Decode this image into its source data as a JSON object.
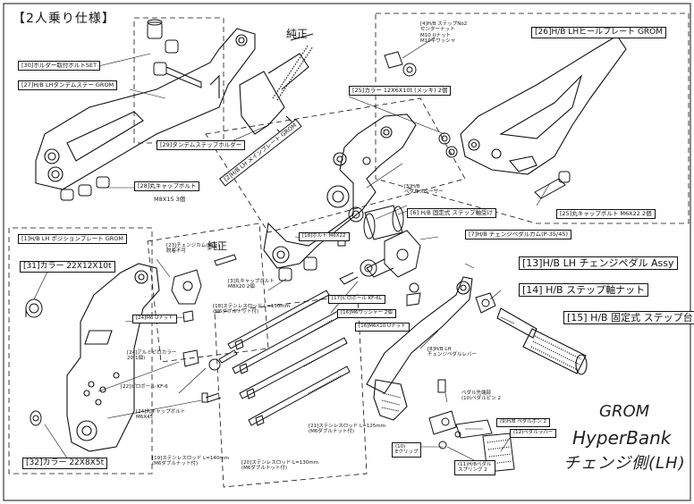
{
  "corner_title": "【2人乗り仕様】",
  "brand": {
    "line1": "GROM",
    "line2": "HyperBank",
    "line3": "チェンジ側(LH)"
  },
  "notes": {
    "genuine_top": "純正",
    "genuine_mid": "純正"
  },
  "parts": {
    "p30": "[30]ホルダー取付ボルトSET",
    "p27": "[27]H/B LHタンデムステー GROM",
    "p29": "[29]タンデムステップホルダー",
    "p28a": "[28]丸キャップボルト",
    "p28b": "M8X15 3個",
    "p4": "[4]H/B ステップNo2\nセンターナット\nM10 Uナット\nM10平ワッシャ",
    "p26": "[26]H/B LHヒールプレート GROM",
    "p25c": "[25]カラー 12X6X10t (メッキ) 2個",
    "p2": "[2]H/B LH メインプレート GROM",
    "p5": "[5]H/B\nペダルスペーサー",
    "p6": "[6] H/B 固定式 ステップ軸受け",
    "p25b": "[25]丸キャップボルト M6X22 2個",
    "p18": "[18]ボルト M6X22",
    "p1": "[1]H/B LH ポジションプレート GROM",
    "p23": "[23]チェンジカム(純正)\n脱着不可",
    "p7": "[7]H/B チェンジペダルカム(P-35/45)",
    "p13": "[13]H/B LH チェンジペダル Assy",
    "p14": "[14] H/B ステップ軸ナット",
    "p15": "[15] H/B 固定式 ステップ台",
    "p31": "[31]カラー 22X12X10t",
    "p3": "[3]丸キャップボルト\nM8X20 2個",
    "p17": "[17]ピロボール KF-6L",
    "p16": "[16]M6ワッシャー 2個",
    "p16b": "[16]M6X10 Uナット",
    "p24a": "[24]M6 Uナット",
    "p24b": "[24]アルミピロカラー\n20(1個)",
    "p22": "[22]ピロボール KF-6",
    "p8": "[8]H/B LH\nチェンジペダルレバー",
    "p24c": "[24]丸キャップボルト\nM6X45",
    "p32": "[32]カラー 22X8X5t",
    "p18b": "[18]ステンレスロッド L=150mm\n(M6ダブルナット付)",
    "p21": "[21]ステンレスロッド L=125mm\n(M6ダブルナット付)",
    "p19": "[19]ステンレスロッド L=140mm\n(M6ダブルナット付)",
    "p20": "[20]ステンレスロッド L=130mm\n(M6ダブルナット付)",
    "p10": "ペダル先端部\n(10)ペダルピン 2",
    "p9": "(9)H/B ペダルポン 2",
    "p12": "(12)ペダルラバー",
    "p10b": "(10)\nEクリップ",
    "p11": "(11)H/Bペダル\nスプリング 2"
  }
}
